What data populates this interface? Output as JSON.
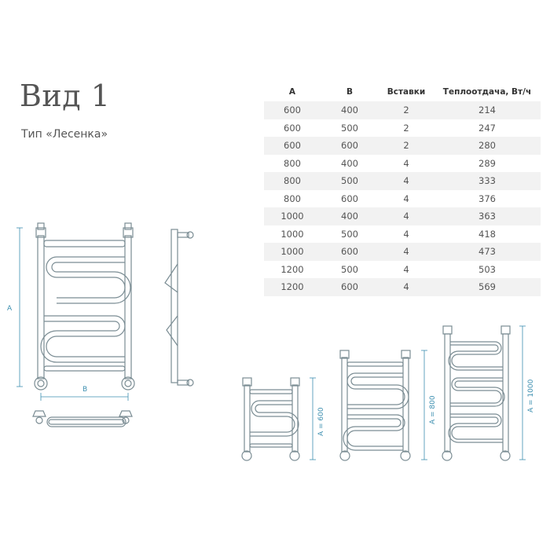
{
  "header": {
    "title": "Вид 1",
    "subtitle": "Тип «Лесенка»"
  },
  "table": {
    "columns": [
      "A",
      "B",
      "Вставки",
      "Теплоотдача, Вт/ч"
    ],
    "rows": [
      [
        "600",
        "400",
        "2",
        "214"
      ],
      [
        "600",
        "500",
        "2",
        "247"
      ],
      [
        "600",
        "600",
        "2",
        "280"
      ],
      [
        "800",
        "400",
        "4",
        "289"
      ],
      [
        "800",
        "500",
        "4",
        "333"
      ],
      [
        "800",
        "600",
        "4",
        "376"
      ],
      [
        "1000",
        "400",
        "4",
        "363"
      ],
      [
        "1000",
        "500",
        "4",
        "418"
      ],
      [
        "1000",
        "600",
        "4",
        "473"
      ],
      [
        "1200",
        "500",
        "4",
        "503"
      ],
      [
        "1200",
        "600",
        "4",
        "569"
      ]
    ]
  },
  "drawing_labels": {
    "front_height": "A",
    "front_width": "B",
    "small": "A = 600",
    "medium": "A = 800",
    "large": "A = 1000"
  },
  "colors": {
    "line": "#7a8c93",
    "dimension": "#3d8fb0",
    "text": "#555555"
  }
}
